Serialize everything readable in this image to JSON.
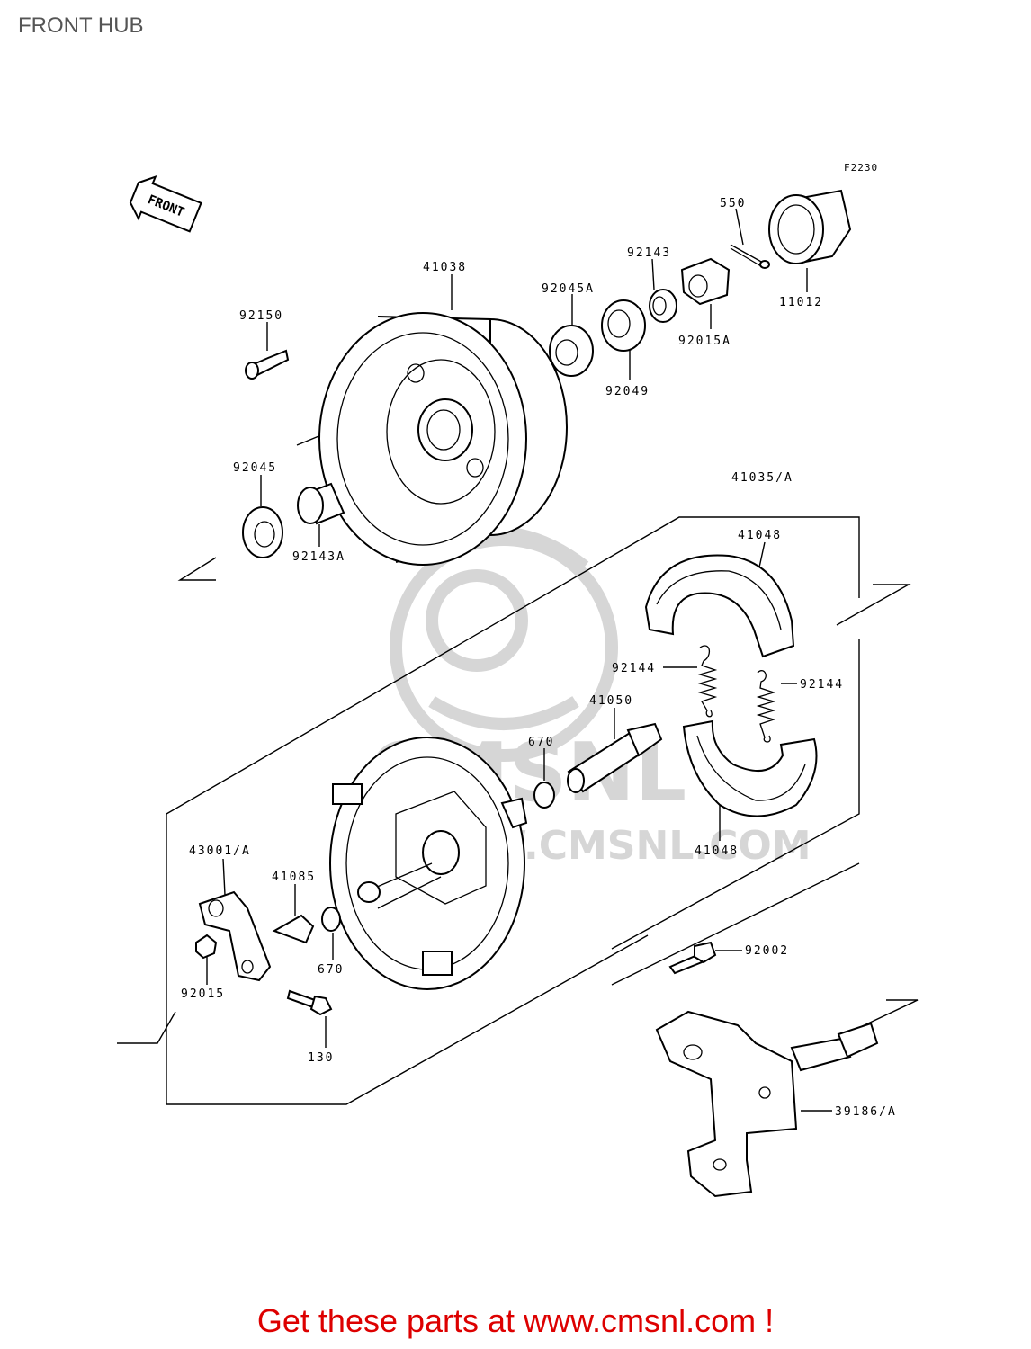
{
  "page": {
    "title": "FRONT HUB",
    "footer_link": "Get these parts at www.cmsnl.com !"
  },
  "diagram": {
    "figure_code": "F2230",
    "direction_label": "FRONT",
    "watermark": {
      "brand": "CMSNL",
      "url": "WWW.CMSNL.COM"
    },
    "parts": [
      {
        "id": "550"
      },
      {
        "id": "11012"
      },
      {
        "id": "92143"
      },
      {
        "id": "41038"
      },
      {
        "id": "92045A"
      },
      {
        "id": "92015A"
      },
      {
        "id": "92150"
      },
      {
        "id": "92049"
      },
      {
        "id": "92045"
      },
      {
        "id": "41035/A"
      },
      {
        "id": "92143A"
      },
      {
        "id": "41048"
      },
      {
        "id": "92144"
      },
      {
        "id": "92144"
      },
      {
        "id": "41050"
      },
      {
        "id": "670"
      },
      {
        "id": "41048"
      },
      {
        "id": "43001/A"
      },
      {
        "id": "41085"
      },
      {
        "id": "670"
      },
      {
        "id": "92002"
      },
      {
        "id": "92015"
      },
      {
        "id": "130"
      },
      {
        "id": "39186/A"
      }
    ]
  },
  "colors": {
    "title_text": "#555555",
    "line_art": "#000000",
    "watermark": "#d6d6d6",
    "footer_link": "#dd0000"
  }
}
